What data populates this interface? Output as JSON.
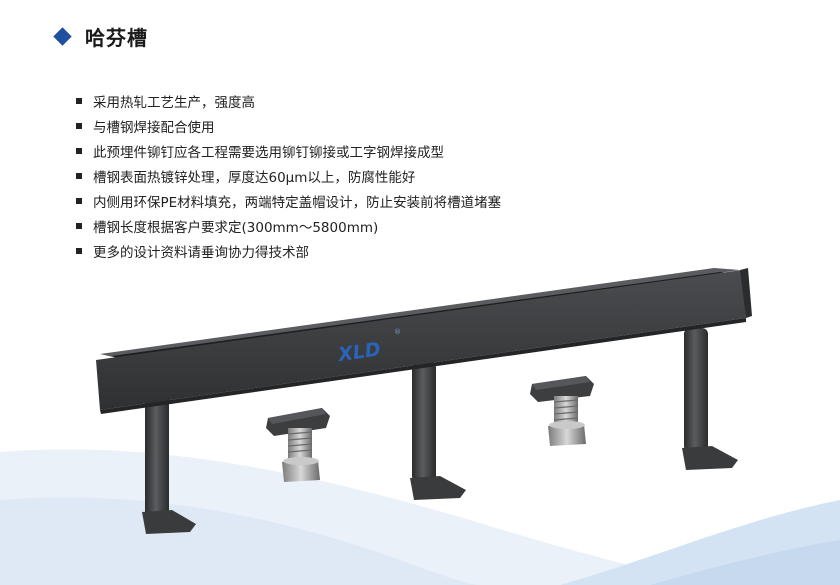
{
  "header": {
    "title": "哈芬槽"
  },
  "bullets": [
    "采用热轧工艺生产，强度高",
    "与槽钢焊接配合使用",
    "此预埋件铆钉应各工程需要选用铆钉铆接或工字钢焊接成型",
    "槽钢表面热镀锌处理，厚度达60μm以上，防腐性能好",
    "内侧用环保PE材料填充，两端特定盖帽设计，防止安装前将槽道堵塞",
    "槽钢长度根据客户要求定(300mm～5800mm)",
    "更多的设计资料请垂询协力得技术部"
  ],
  "product": {
    "logo_text": "XLD",
    "logo_mark": "®"
  },
  "colors": {
    "accent": "#1f4f9e",
    "logo": "#2a63b8",
    "steel": "#3c3e40"
  }
}
